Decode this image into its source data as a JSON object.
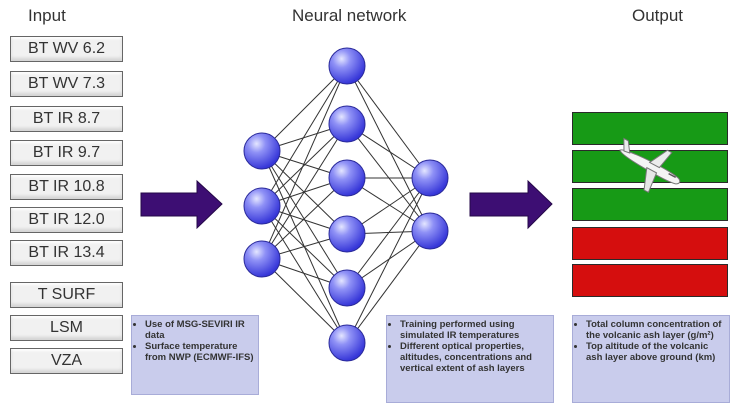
{
  "headings": {
    "input": "Input",
    "network": "Neural network",
    "output": "Output"
  },
  "inputs": [
    "BT WV 6.2",
    "BT WV 7.3",
    "BT IR 8.7",
    "BT IR 9.7",
    "BT IR 10.8",
    "BT IR 12.0",
    "BT IR 13.4",
    "T SURF",
    "LSM",
    "VZA"
  ],
  "notes": {
    "input": [
      "Use of MSG-SEVIRI IR data",
      "Surface temperature from NWP (ECMWF-IFS)"
    ],
    "network": [
      "Training performed using simulated IR temperatures",
      "Different optical properties, altitudes, concentrations and vertical extent of ash layers"
    ],
    "output": [
      "Total column concentration of the volcanic ash layer (g/m²)",
      "Top altitude of the volcanic ash layer above ground (km)"
    ]
  },
  "network_layers": [
    3,
    6,
    2
  ],
  "output_bars": [
    "green",
    "green",
    "green",
    "red",
    "red"
  ],
  "colors": {
    "node": "#5b5bef",
    "arrow": "#3d0e73",
    "bar_green": "#179a16",
    "bar_red": "#d50e0e",
    "note_bg": "#c9ccec"
  },
  "icons": {
    "output_icon": "airplane-icon"
  }
}
